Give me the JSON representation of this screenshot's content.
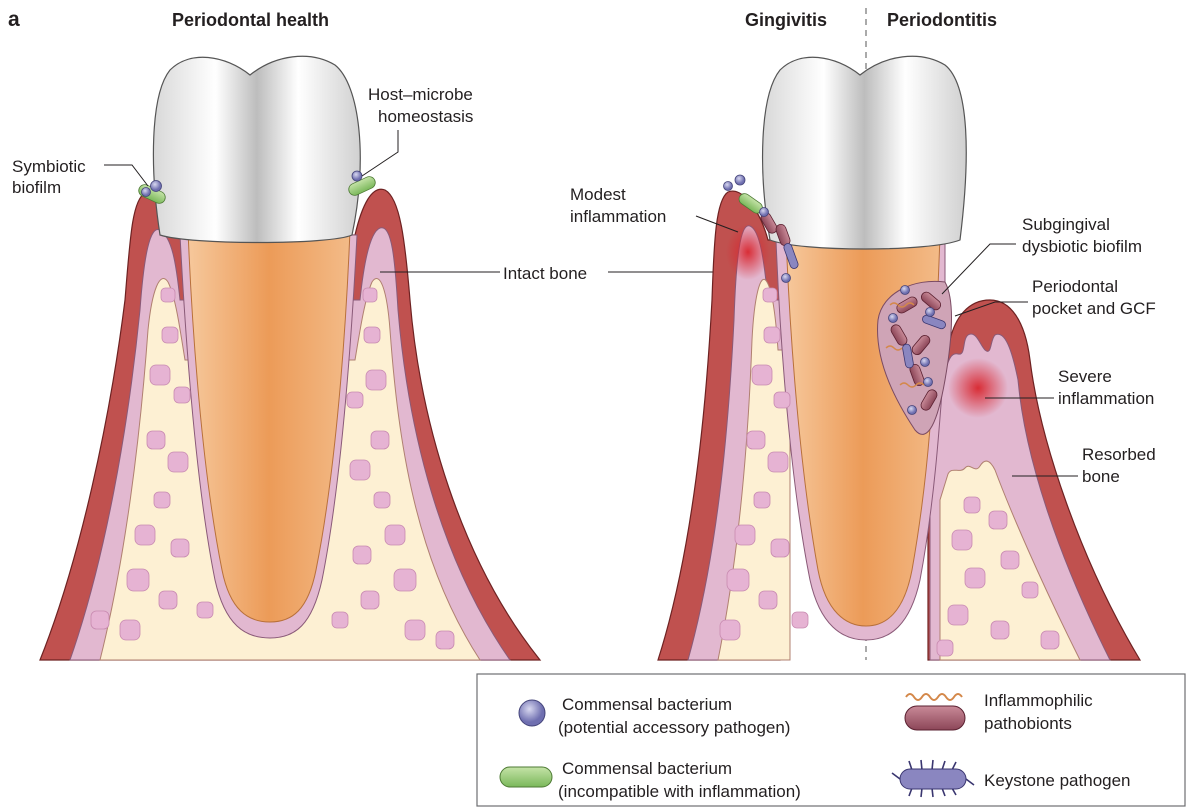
{
  "panel_letter": "a",
  "headers": {
    "health": "Periodontal health",
    "gingivitis": "Gingivitis",
    "periodontitis": "Periodontitis"
  },
  "labels": {
    "symbiotic_biofilm": [
      "Symbiotic",
      "biofilm"
    ],
    "host_microbe": [
      "Host–microbe",
      "homeostasis"
    ],
    "intact_bone": "Intact bone",
    "modest_inflammation": [
      "Modest",
      "inflammation"
    ],
    "subgingival_biofilm": [
      "Subgingival",
      "dysbiotic biofilm"
    ],
    "periodontal_pocket": [
      "Periodontal",
      "pocket and GCF"
    ],
    "severe_inflammation": [
      "Severe",
      "inflammation"
    ],
    "resorbed_bone": [
      "Resorbed",
      "bone"
    ]
  },
  "legend": {
    "commensal_accessory": [
      "Commensal bacterium",
      "(potential accessory pathogen)"
    ],
    "commensal_incompatible": [
      "Commensal bacterium",
      "(incompatible with inflammation)"
    ],
    "pathobionts": [
      "Inflammophilic",
      "pathobionts"
    ],
    "keystone": "Keystone pathogen"
  },
  "colors": {
    "gingiva": "#c0514f",
    "gingiva_dark": "#8e2e2e",
    "periosteum": "#e2b8d0",
    "bone": "#fdf0d3",
    "marrow": "#e6b3d3",
    "root": "#eea062",
    "crown": "#f2f2f2",
    "commensal": "#9a9ccc",
    "commensal_green": "#9ccc80",
    "pathobiont": "#b06878",
    "keystone": "#8a86c0",
    "wave": "#d4884a"
  }
}
